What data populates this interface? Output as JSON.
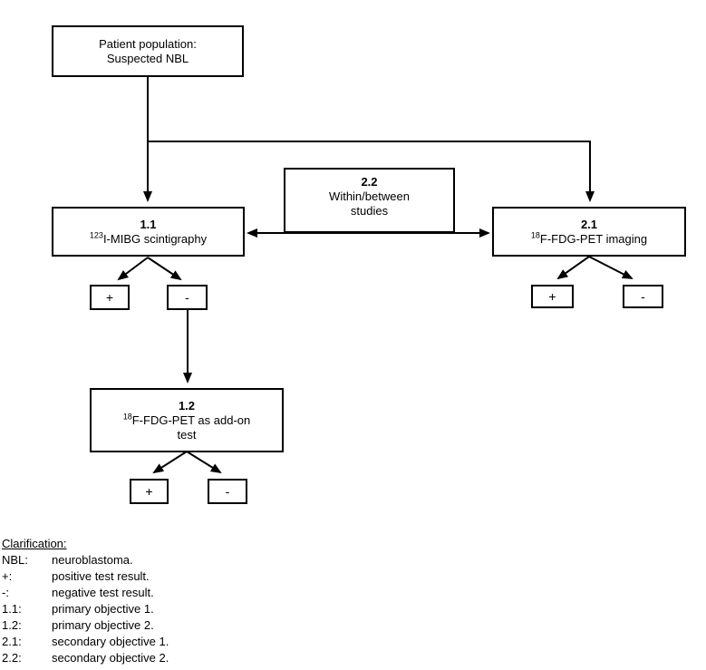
{
  "diagram": {
    "patient_box": {
      "line1": "Patient population:",
      "line2": "Suspected NBL"
    },
    "box_1_1": {
      "id": "1.1",
      "sup": "123",
      "label": "I-MIBG scintigraphy"
    },
    "box_2_1": {
      "id": "2.1",
      "sup": "18",
      "label": "F-FDG-PET imaging"
    },
    "box_2_2": {
      "id": "2.2",
      "line1": "Within/between",
      "line2": "studies"
    },
    "box_1_2": {
      "id": "1.2",
      "sup": "18",
      "line1": "F-FDG-PET as add-on",
      "line2": "test"
    },
    "result_positive": "+",
    "result_negative": "-"
  },
  "clarification": {
    "title": "Clarification:",
    "entries": [
      {
        "term": "NBL:",
        "definition": "neuroblastoma."
      },
      {
        "term": "+:",
        "definition": "positive test result."
      },
      {
        "term": "-:",
        "definition": "negative test result."
      },
      {
        "term": "1.1:",
        "definition": "primary objective 1."
      },
      {
        "term": "1.2:",
        "definition": "primary objective 2."
      },
      {
        "term": "2.1:",
        "definition": "secondary objective 1."
      },
      {
        "term": "2.2:",
        "definition": "secondary objective 2."
      }
    ]
  },
  "colors": {
    "line": "#000000",
    "box_border": "#000000",
    "background": "#ffffff",
    "text": "#000000"
  }
}
